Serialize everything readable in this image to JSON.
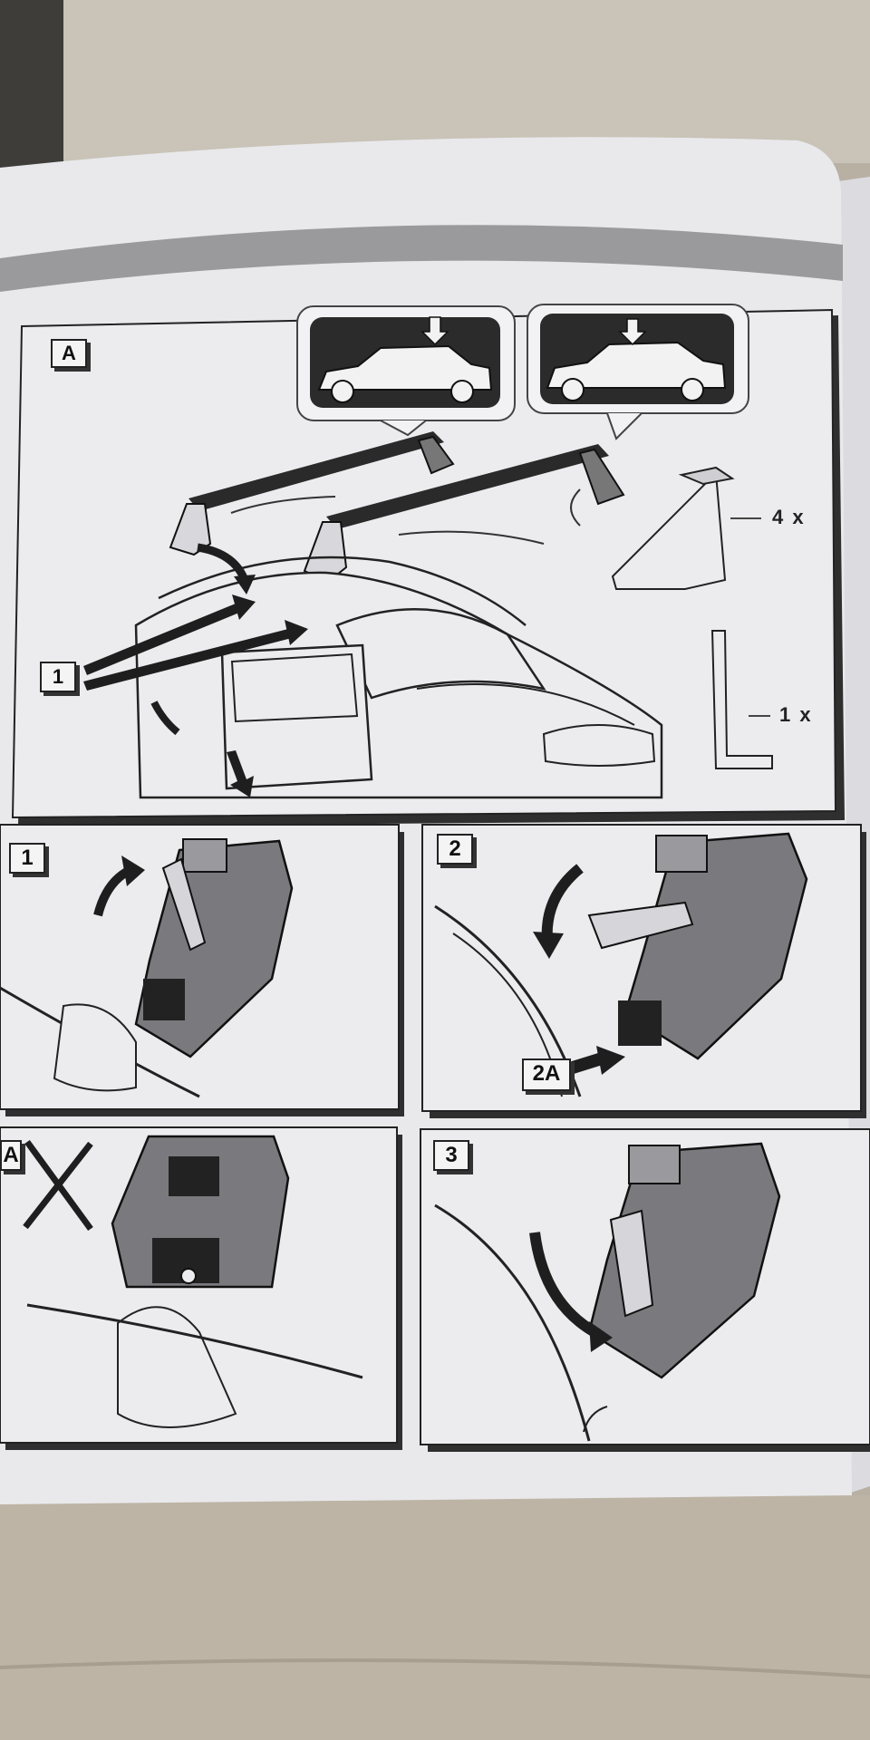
{
  "panels": {
    "a": {
      "label": "A",
      "callout": "1",
      "qty_foot": "4 x",
      "qty_key": "1 x"
    },
    "p1": {
      "label": "1"
    },
    "p2": {
      "label": "2",
      "callout": "2A"
    },
    "p2a": {
      "label": "A"
    },
    "p3": {
      "label": "3"
    }
  },
  "colors": {
    "paper": "#e9e9ec",
    "ink": "#1e1e1e",
    "gray_band": "#9a9a9c",
    "cardboard": "#b9b2a6",
    "dark_panel": "#2b2b2b"
  }
}
